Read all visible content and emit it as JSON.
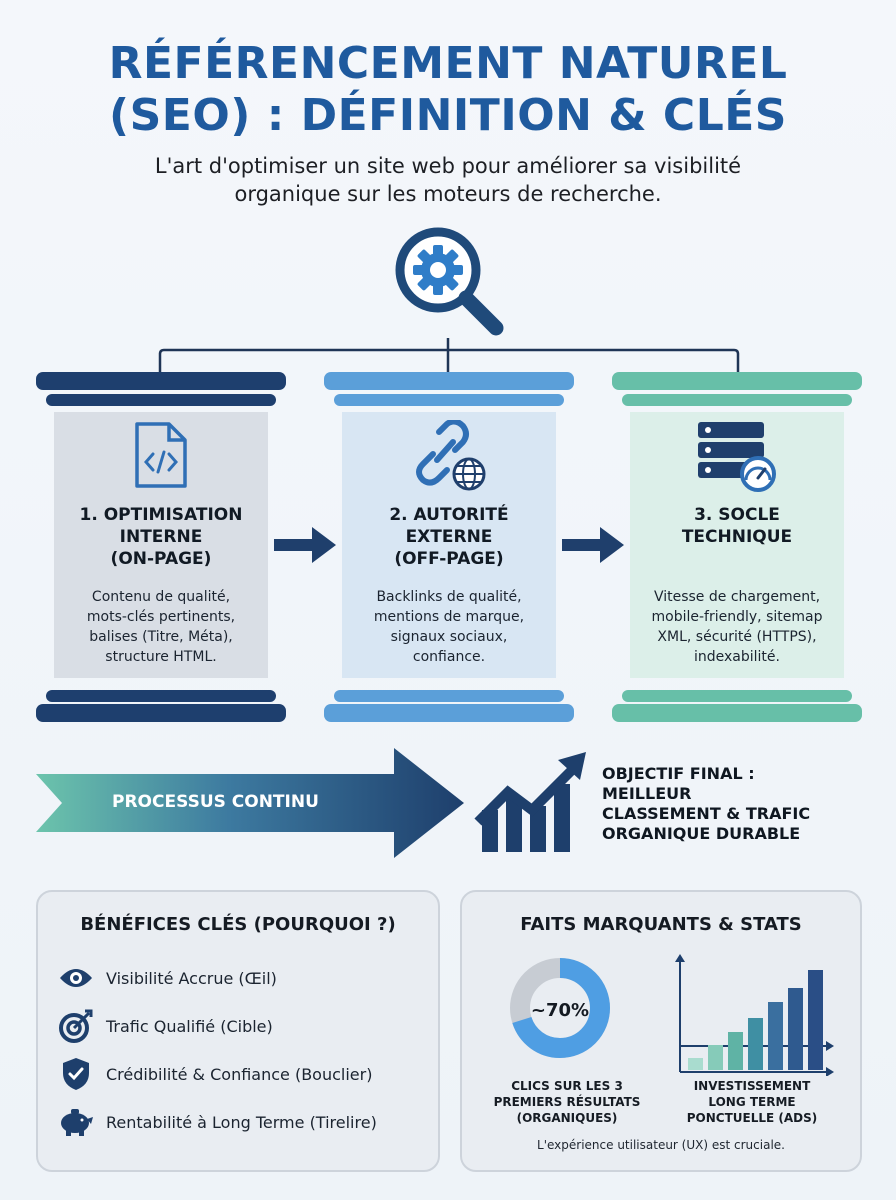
{
  "header": {
    "title_line1": "RÉFÉRENCEMENT NATUREL",
    "title_line2": "(SEO) : DÉFINITION & CLÉS",
    "subtitle_line1": "L'art d'optimiser un site web pour améliorer sa visibilité",
    "subtitle_line2": "organique sur les moteurs de recherche.",
    "icon": "search-gear-icon"
  },
  "pillars": [
    {
      "title": [
        "1. OPTIMISATION",
        "INTERNE",
        "(ON-PAGE)"
      ],
      "text": [
        "Contenu de qualité,",
        "mots-clés pertinents,",
        "balises (Titre, Méta),",
        "structure HTML."
      ],
      "icon": "code-file-icon",
      "cap_color": "#1e3f6e",
      "body_color": "#d9dee5"
    },
    {
      "title": [
        "2. AUTORITÉ",
        "EXTERNE",
        "(OFF-PAGE)"
      ],
      "text": [
        "Backlinks de qualité,",
        "mentions de marque,",
        "signaux sociaux,",
        "confiance."
      ],
      "icon": "link-globe-icon",
      "cap_color": "#5b9fd9",
      "body_color": "#d8e6f3"
    },
    {
      "title": [
        "3. SOCLE",
        "TECHNIQUE"
      ],
      "text": [
        "Vitesse de chargement,",
        "mobile-friendly, sitemap",
        "XML, sécurité (HTTPS),",
        "indexabilité."
      ],
      "icon": "server-speed-icon",
      "cap_color": "#67bfa8",
      "body_color": "#dcefe9"
    }
  ],
  "process": {
    "label": "PROCESSUS CONTINU",
    "objective": [
      "OBJECTIF FINAL :",
      "MEILLEUR",
      "CLASSEMENT & TRAFIC",
      "ORGANIQUE DURABLE"
    ],
    "icon": "growth-chart-icon"
  },
  "benefits": {
    "title": "BÉNÉFICES CLÉS (POURQUOI ?)",
    "items": [
      {
        "label": "Visibilité Accrue (Œil)",
        "icon": "eye-icon"
      },
      {
        "label": "Trafic Qualifié (Cible)",
        "icon": "target-icon"
      },
      {
        "label": "Crédibilité & Confiance (Bouclier)",
        "icon": "shield-icon"
      },
      {
        "label": "Rentabilité à Long Terme (Tirelire)",
        "icon": "piggy-bank-icon"
      }
    ]
  },
  "stats": {
    "title": "FAITS MARQUANTS & STATS",
    "donut_value": "~70%",
    "donut_fraction": 0.7,
    "donut_label": [
      "CLICS SUR LES 3",
      "PREMIERS RÉSULTATS",
      "(ORGANIQUES)"
    ],
    "bars_label": [
      "INVESTISSEMENT",
      "LONG TERME",
      "PONCTUELLE (ADS)"
    ],
    "bar_levels": [
      0.12,
      0.25,
      0.38,
      0.52,
      0.68,
      0.82,
      1.0
    ],
    "footnote": "L'expérience utilisateur (UX) est cruciale."
  }
}
